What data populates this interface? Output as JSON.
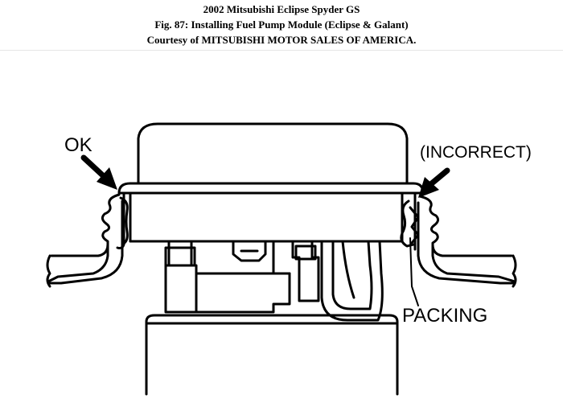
{
  "header": {
    "line1": "2002 Mitsubishi Eclipse Spyder GS",
    "line2": "Fig. 87: Installing Fuel Pump Module (Eclipse & Galant)",
    "line3": "Courtesy of MITSUBISHI MOTOR SALES OF AMERICA."
  },
  "diagram": {
    "label_ok": "OK",
    "label_incorrect": "(INCORRECT)",
    "label_packing": "PACKING"
  }
}
